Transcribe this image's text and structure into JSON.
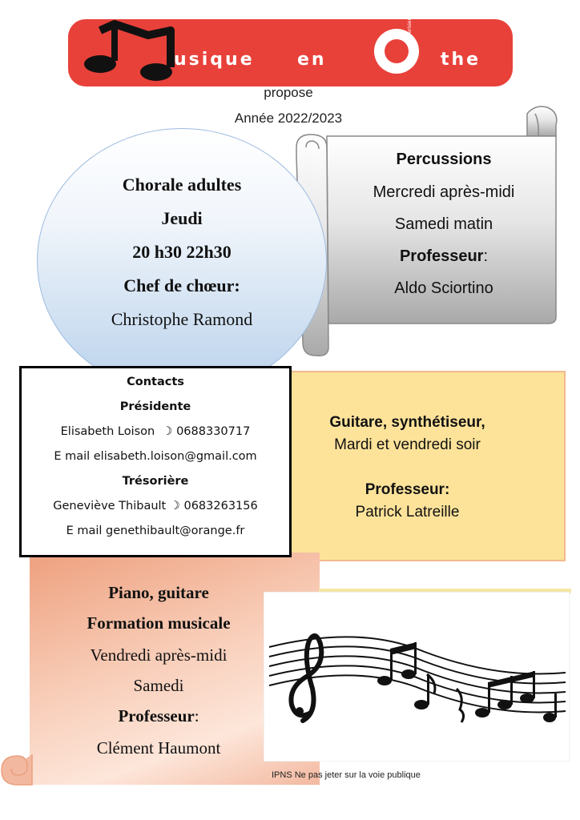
{
  "header": {
    "logo_text_1": "usique",
    "logo_text_2": "en",
    "logo_text_3": "the",
    "logo_small": "Cerisiers",
    "subtitle": "propose",
    "year": "Année 2022/2023"
  },
  "chorale": {
    "title": "Chorale adultes",
    "day": "Jeudi",
    "time": "20 h30  22h30",
    "role": "Chef de chœur:",
    "name": "Christophe Ramond"
  },
  "percussions": {
    "title": "Percussions",
    "line1": "Mercredi après-midi",
    "line2": "Samedi matin",
    "role": "Professeur",
    "role_suffix": ":",
    "name": "Aldo Sciortino"
  },
  "contacts": {
    "title": "Contacts",
    "president_label": "Présidente",
    "president": "Elisabeth Loison",
    "president_phone_icon": "☽",
    "president_phone": "0688330717",
    "president_email": "E mail elisabeth.loison@gmail.com",
    "treasurer_label": "Trésorière",
    "treasurer": "Geneviève Thibault",
    "treasurer_phone_icon": "☽",
    "treasurer_phone": "0683263156",
    "treasurer_email": "E mail genethibault@orange.fr"
  },
  "guitar": {
    "title": "Guitare, synthétiseur,",
    "schedule": "Mardi et vendredi soir",
    "role": "Professeur:",
    "name": "Patrick Latreille"
  },
  "piano": {
    "title1": "Piano, guitare",
    "title2": "Formation musicale",
    "line1": "Vendredi après-midi",
    "line2": "Samedi",
    "role": "Professeur",
    "role_suffix": ":",
    "name": "Clément Haumont"
  },
  "footer": {
    "text": "IPNS Ne pas jeter sur la voie publique"
  },
  "colors": {
    "banner": "#e8413a",
    "guitar_box": "#fde39a",
    "circle": "#c9dcf0"
  }
}
